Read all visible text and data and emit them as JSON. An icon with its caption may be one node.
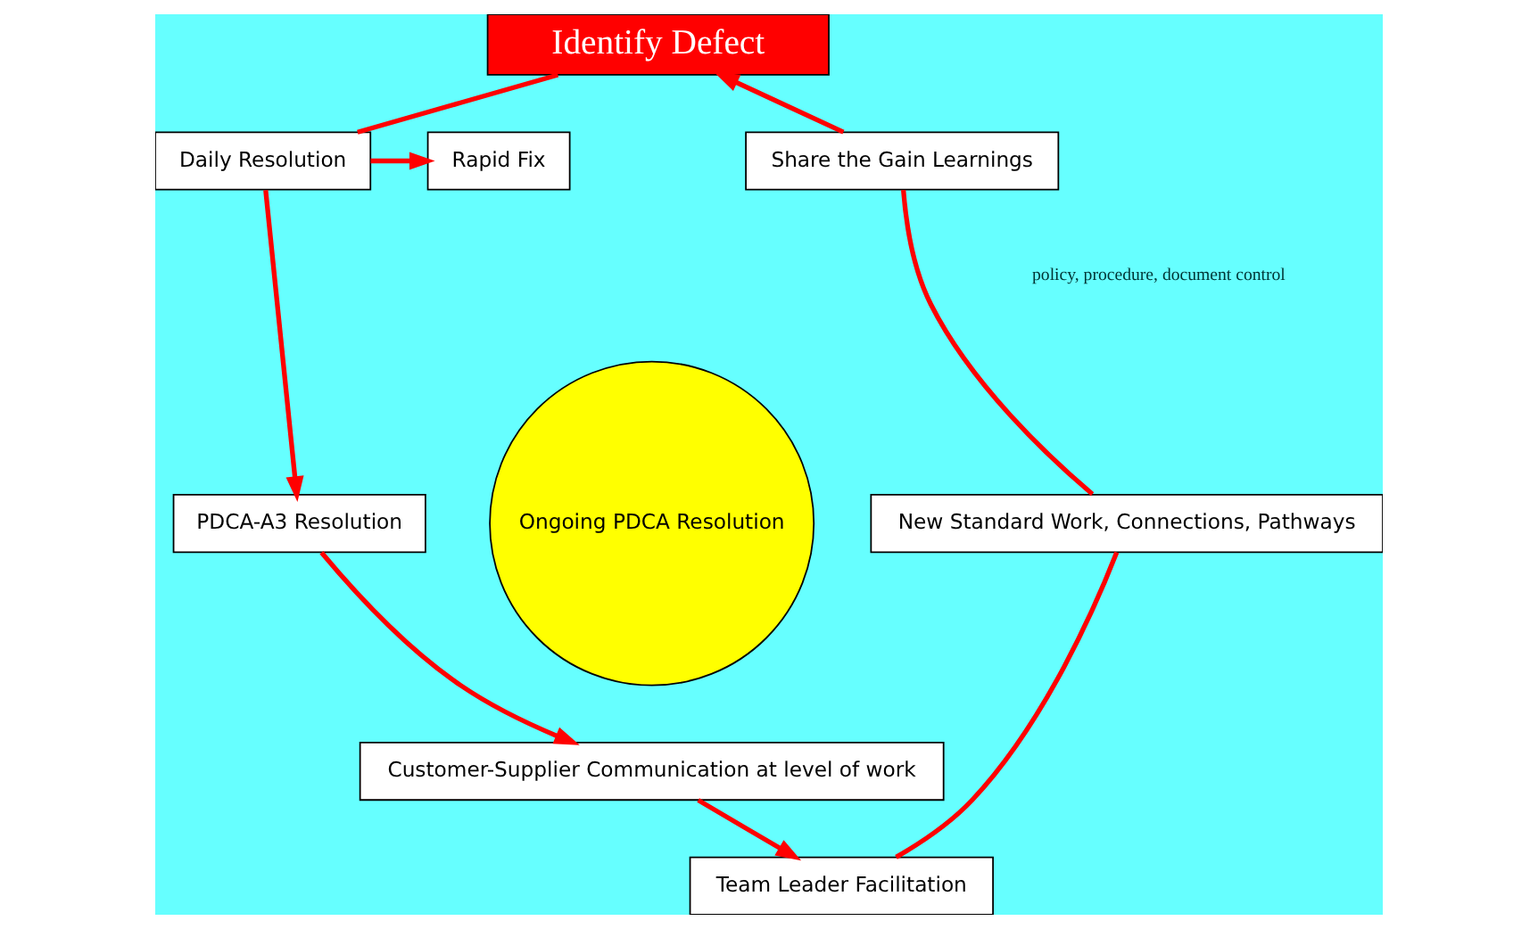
{
  "diagram": {
    "nodes": [
      {
        "text": [
          "Identify Defect"
        ]
      },
      {
        "text": [
          "Daily Resolution"
        ]
      },
      {
        "text": [
          "Rapid Fix"
        ]
      },
      {
        "text": [
          "PDCA-A3 Resolution"
        ]
      },
      {
        "text": [
          "Customer-Supplier Communication at level of work"
        ]
      },
      {
        "text": [
          "Team Leader Facilitation"
        ]
      },
      {
        "text": [
          "New Standard Work, Connections, Pathways"
        ]
      },
      {
        "text": [
          "Share the Gain Learnings"
        ]
      },
      {
        "text": [
          "Ongoing PDCA Resolution"
        ]
      }
    ],
    "edges": [
      {
        "from": 7,
        "to": 0,
        "arrow": "to"
      },
      {
        "from": 0,
        "to": 1,
        "arrow": "none"
      },
      {
        "from": 1,
        "to": 2,
        "arrow": "to"
      },
      {
        "from": 1,
        "to": 3,
        "arrow": "to"
      },
      {
        "from": 3,
        "to": 4,
        "arrow": "to"
      },
      {
        "from": 4,
        "to": 5,
        "arrow": "to"
      },
      {
        "from": 5,
        "to": 6,
        "arrow": "none"
      },
      {
        "from": 6,
        "to": 7,
        "arrow": "none"
      }
    ],
    "labels": [
      "policy, procedure, document control"
    ]
  }
}
